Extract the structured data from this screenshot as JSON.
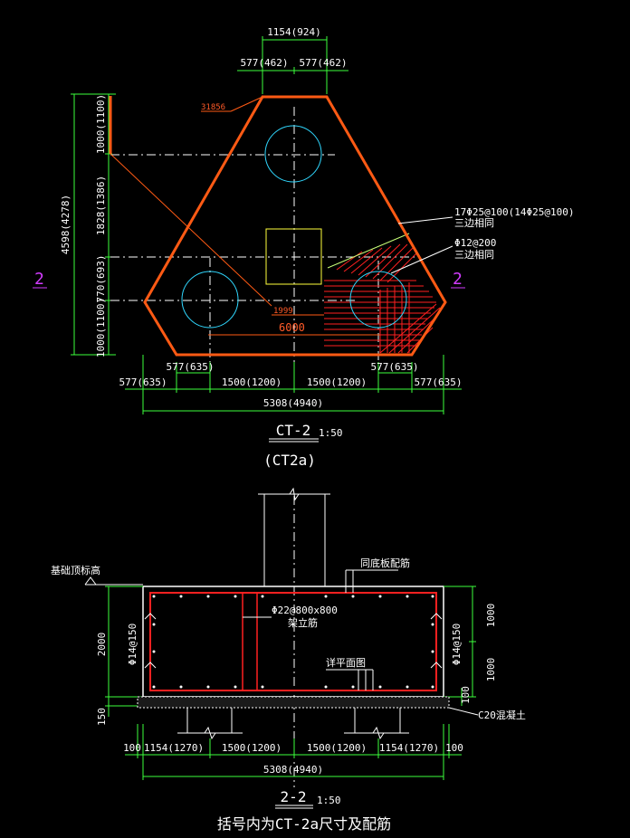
{
  "plan": {
    "top_total": "1154(924)",
    "top_left": "577(462)",
    "top_right": "577(462)",
    "leader_label": "31856",
    "left_total": "4598(4278)",
    "left_seg1": "1000(1100)",
    "left_seg2": "1828(1386)",
    "left_seg3": "770(693)",
    "left_seg4": "1000(1100)",
    "rebar_main_line1": "17Φ25@100(14Φ25@100)",
    "rebar_main_line2": "三边相同",
    "rebar_sub_line1": "Φ12@200",
    "rebar_sub_line2": "三边相同",
    "section_mark_left": "2",
    "section_mark_right": "2",
    "inner_dim_small": "1999",
    "inner_dim_large": "6000",
    "diag_left": "577(635)",
    "diag_right": "577(635)",
    "bottom_dims": [
      "577(635)",
      "1500(1200)",
      "1500(1200)",
      "577(635)"
    ],
    "bottom_total": "5308(4940)",
    "title": "CT-2",
    "scale": "1:50",
    "subtitle": "(CT2a)"
  },
  "section": {
    "ground_label": "基础顶标高",
    "top_rebar_label": "同底板配筋",
    "mid_rebar_line1": "Φ22@800x800",
    "mid_rebar_line2": "架立筋",
    "left_height": "2000",
    "left_bar": "Φ14@150",
    "right_seg1": "1000",
    "right_seg2": "1000",
    "right_bar": "Φ14@150",
    "pile_note": "详平面图",
    "cover": "100",
    "bed_height": "150",
    "concrete_label": "C20混凝土",
    "bottom_dims": [
      "100",
      "1154(1270)",
      "1500(1200)",
      "1500(1200)",
      "1154(1270)",
      "100"
    ],
    "bottom_total": "5308(4940)",
    "title": "2-2",
    "scale": "1:50",
    "note": "括号内为CT-2a尺寸及配筋"
  }
}
